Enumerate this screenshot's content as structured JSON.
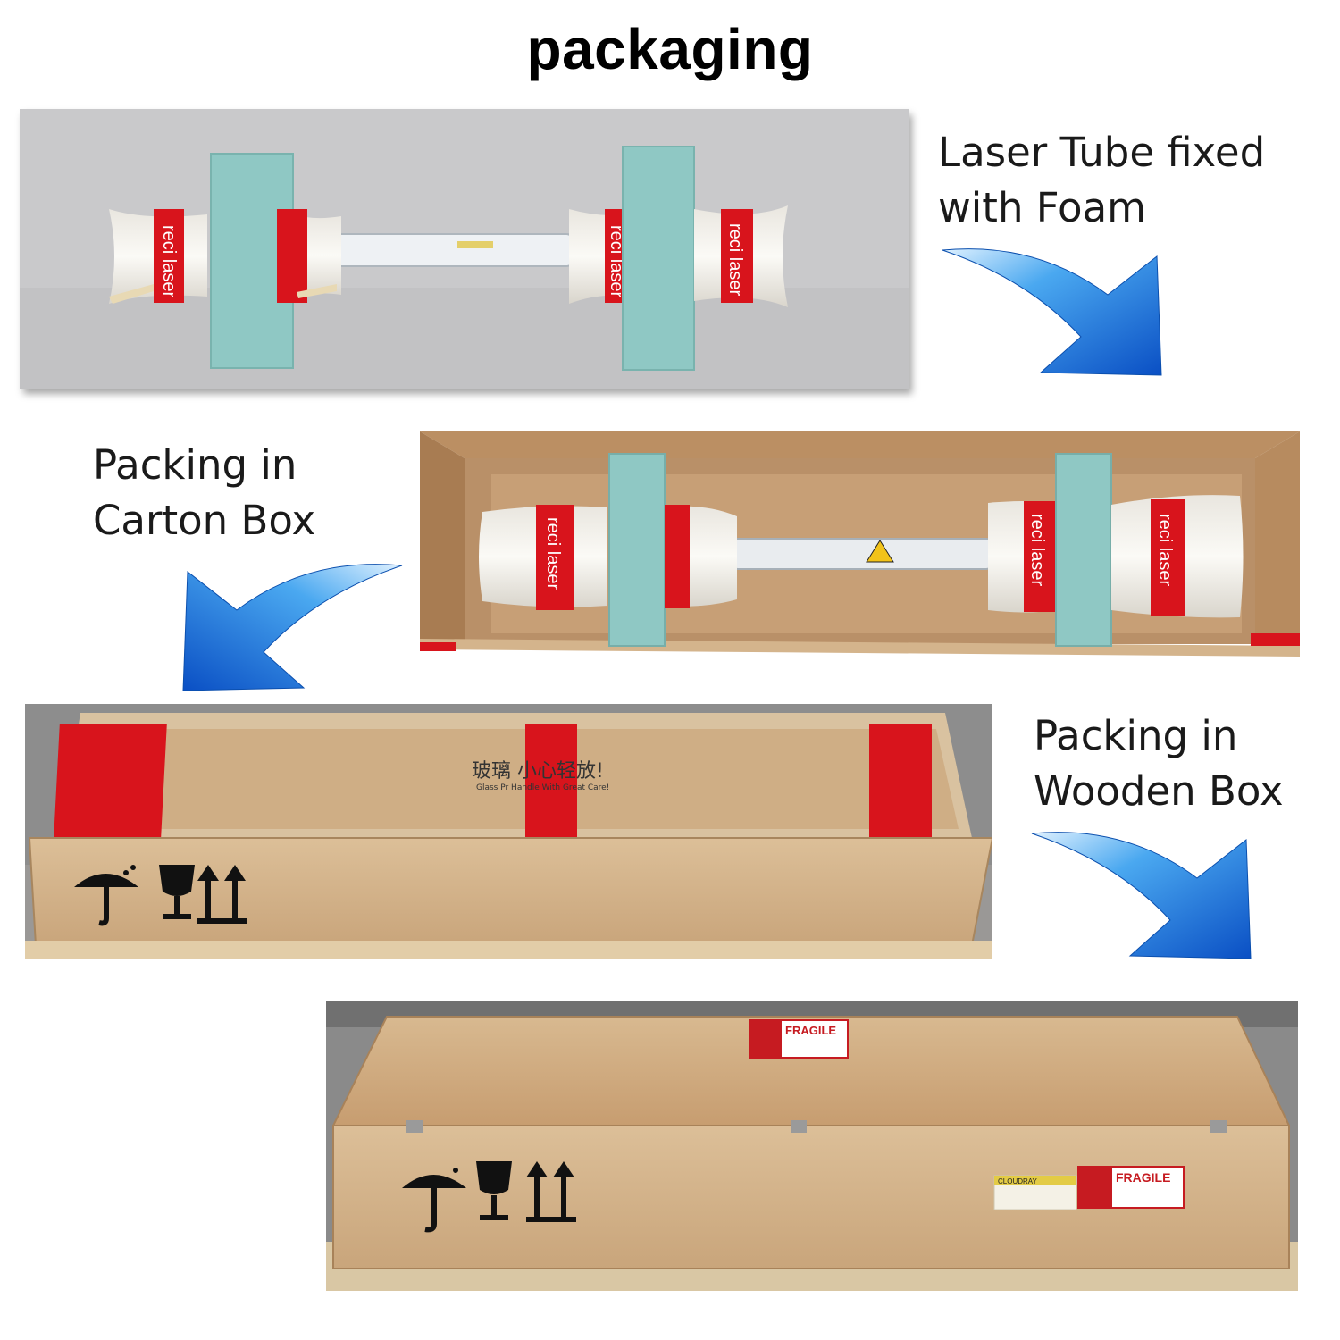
{
  "title": "packaging",
  "steps": [
    {
      "caption_lines": [
        "Laser Tube fixed",
        "with Foam"
      ]
    },
    {
      "caption_lines": [
        "Packing in",
        "Carton Box"
      ]
    },
    {
      "caption_lines": [
        "Packing in",
        "Wooden Box"
      ]
    }
  ],
  "tape_text": "reci laser",
  "carton_marks": {
    "chinese": "玻璃  小心轻放!",
    "english": "Glass Pr      Handle With Great Care!"
  },
  "fragile_label": "FRAGILE",
  "brand_label": "CLOUDRAY",
  "colors": {
    "arrow_blue": "#1a7de0",
    "foam_green": "#8fc8c4",
    "tape_red": "#d8141c",
    "cardboard": "#c9a47a",
    "plywood": "#d2b48f"
  },
  "icons": [
    "umbrella-icon",
    "fragile-glass-icon",
    "this-way-up-icon",
    "curved-arrow-icon"
  ]
}
